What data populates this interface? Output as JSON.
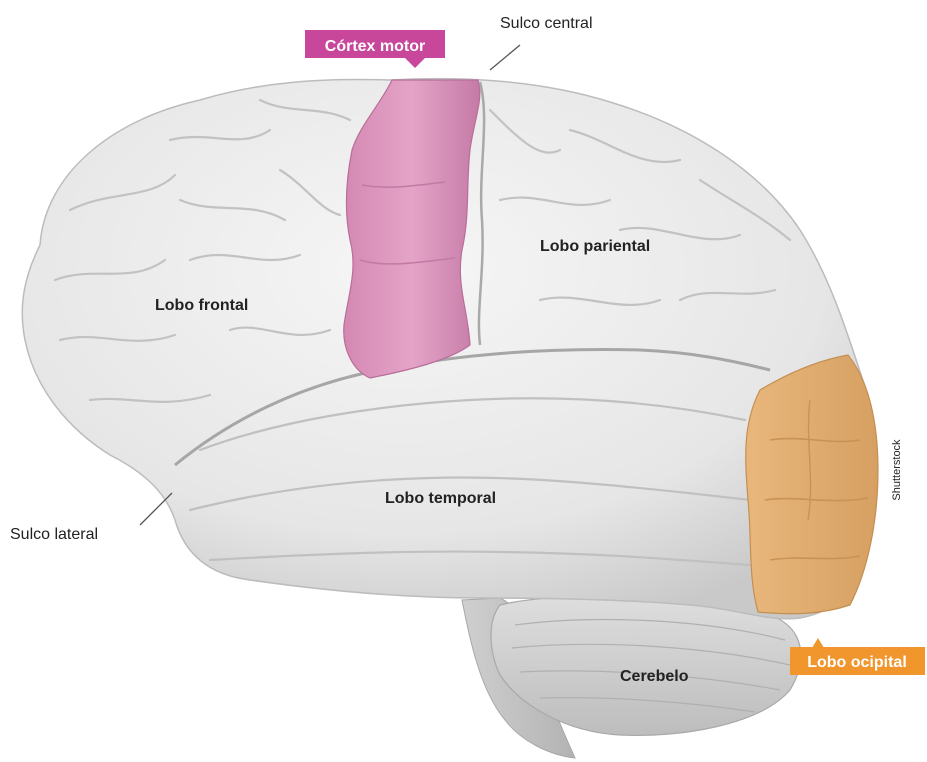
{
  "labels": {
    "motor_cortex": "Córtex motor",
    "central_sulcus": "Sulco central",
    "parietal_lobe": "Lobo pariental",
    "frontal_lobe": "Lobo frontal",
    "temporal_lobe": "Lobo temporal",
    "lateral_sulcus": "Sulco lateral",
    "cerebellum": "Cerebelo",
    "occipital_lobe": "Lobo ocipital"
  },
  "credit": "Shutterstock",
  "colors": {
    "motor_cortex": "#d98fb9",
    "motor_cortex_tag": "#c9479b",
    "occipital_lobe": "#e6b277",
    "occipital_tag": "#f0962d",
    "brain_surface": "#e9e9e9",
    "brain_shadow": "#c4c4c4"
  }
}
